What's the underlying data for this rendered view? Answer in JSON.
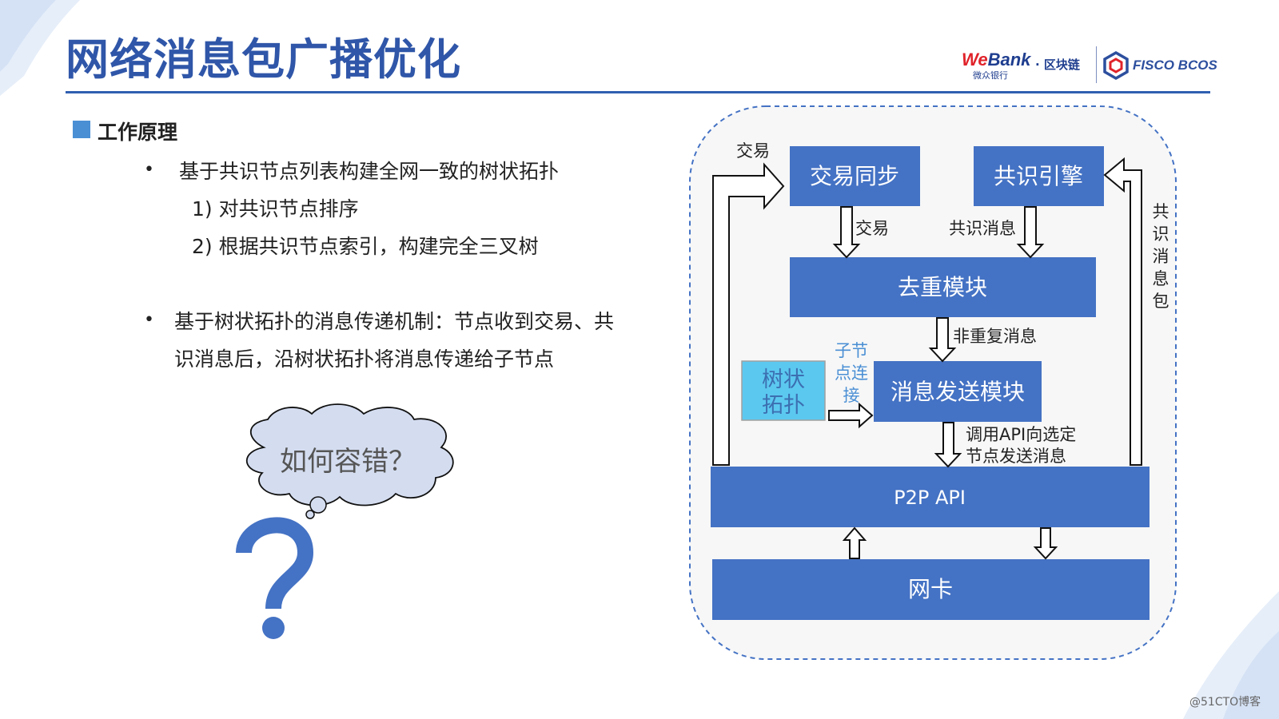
{
  "header": {
    "title": "网络消息包广播优化",
    "logo": {
      "wordmark_we": "We",
      "wordmark_bank": "Bank",
      "subtitle": "微众银行",
      "chain": "· 区块链",
      "fisco": "FISCO BCOS"
    }
  },
  "section": {
    "title": "工作原理",
    "bullets": [
      {
        "text": "基于共识节点列表构建全网一致的树状拓扑",
        "subitems": [
          "1) 对共识节点排序",
          "2) 根据共识节点索引，构建完全三叉树"
        ]
      },
      {
        "lines": [
          "基于树状拓扑的消息传递机制：节点收到交易、共",
          "识消息后，沿树状拓扑将消息传递给子节点"
        ]
      }
    ]
  },
  "illustration": {
    "cloud_text": "如何容错？",
    "question_icon": "question-mark-icon"
  },
  "diagram": {
    "boxes": {
      "tx_sync": "交易同步",
      "consensus": "共识引擎",
      "dedup": "去重模块",
      "sender": "消息发送模块",
      "tree_lines": [
        "树状",
        "拓扑"
      ],
      "p2p": "P2P API",
      "nic": "网卡"
    },
    "labels": {
      "tx_in": "交易",
      "tx_down": "交易",
      "consensus_msg": "共识消息",
      "consensus_pkg": [
        "共",
        "识",
        "消",
        "息",
        "包"
      ],
      "non_dup": "非重复消息",
      "child_conn": [
        "子节",
        "点连",
        "接"
      ],
      "api_call": [
        "调用API向选定",
        "节点发送消息"
      ]
    }
  },
  "colors": {
    "accent": "#2f56a8",
    "box_blue": "#4472c4",
    "light_blue": "#5bc8f0",
    "child_label": "#4a8fd4",
    "cloud_fill": "#d4ddf0"
  },
  "watermark": "@51CTO博客"
}
